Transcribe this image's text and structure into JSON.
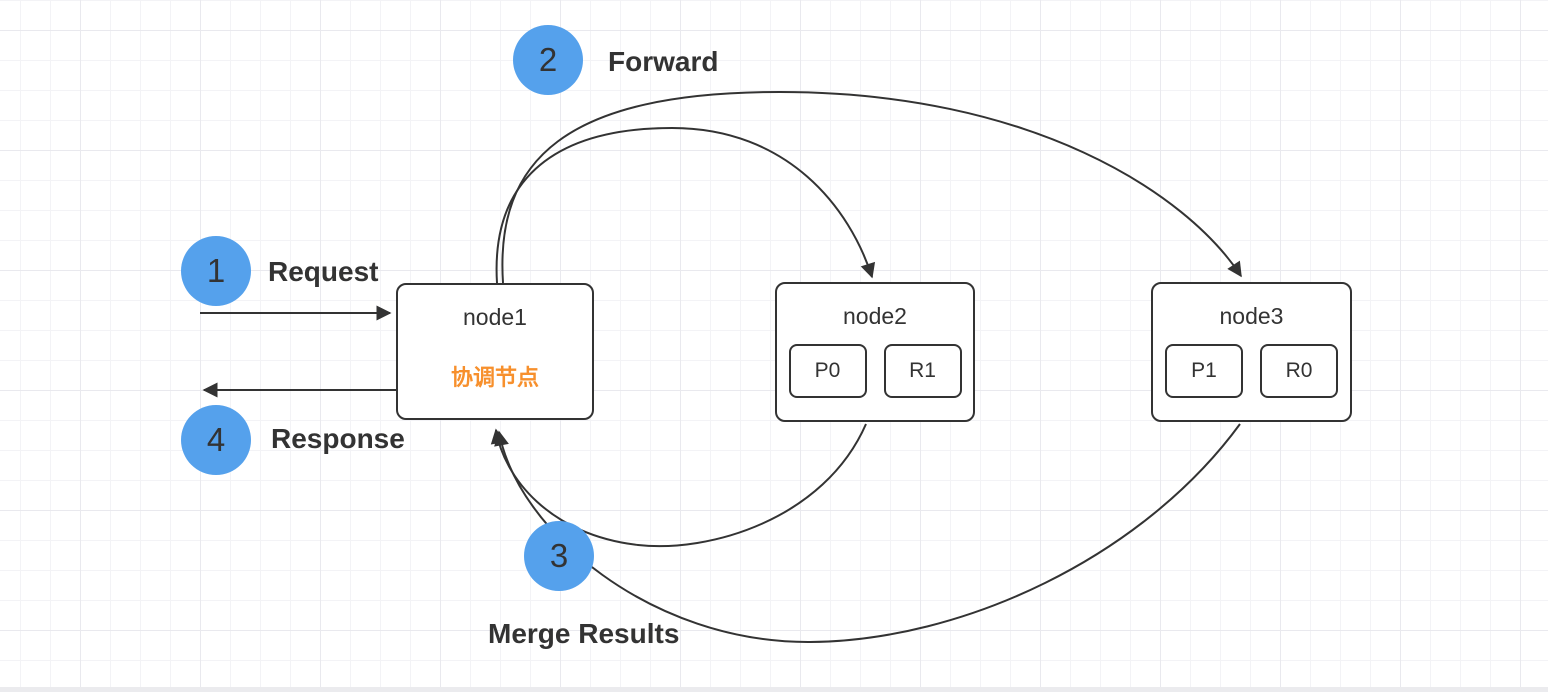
{
  "colors": {
    "accent_blue": "#55a1ec",
    "accent_orange": "#f7902d",
    "stroke": "#333333"
  },
  "steps": [
    {
      "number": "1",
      "label": "Request"
    },
    {
      "number": "2",
      "label": "Forward"
    },
    {
      "number": "3",
      "label": "Merge Results"
    },
    {
      "number": "4",
      "label": "Response"
    }
  ],
  "nodes": [
    {
      "title": "node1",
      "subtitle": "协调节点"
    },
    {
      "title": "node2",
      "shards": [
        "P0",
        "R1"
      ]
    },
    {
      "title": "node3",
      "shards": [
        "P1",
        "R0"
      ]
    }
  ]
}
